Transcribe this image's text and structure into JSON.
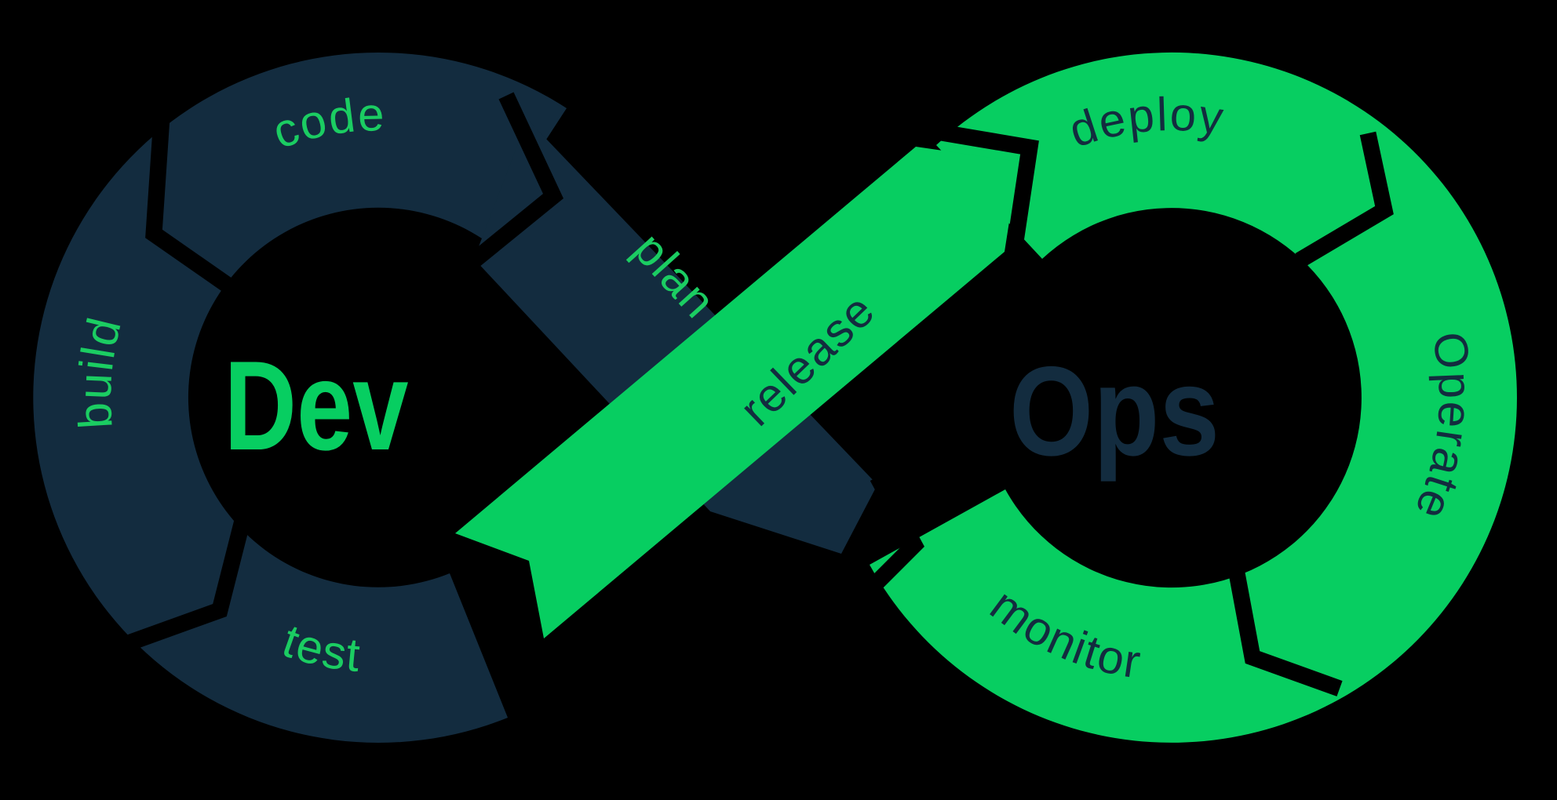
{
  "diagram": {
    "name": "devops-infinity-loop",
    "dev": "Dev",
    "ops": "Ops",
    "labels": {
      "plan": "plan",
      "code": "code",
      "build": "build",
      "test": "test",
      "release": "release",
      "deploy": "deploy",
      "operate": "Operate",
      "monitor": "monitor"
    }
  },
  "colors": {
    "navy": "#132c3f",
    "green": "#07ce61",
    "green_text": "#1bcd62",
    "background": "#000000"
  }
}
